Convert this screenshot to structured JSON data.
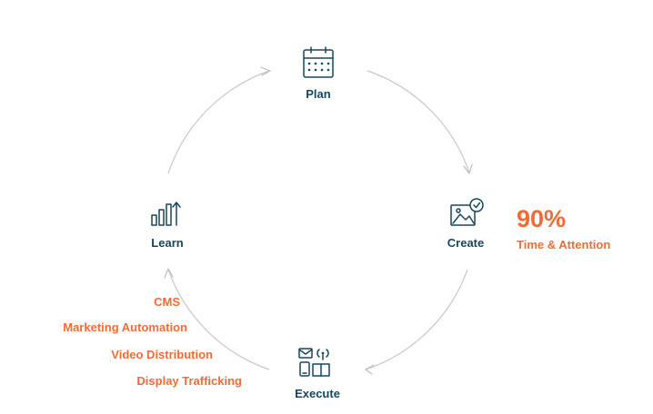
{
  "cycle": {
    "nodes": {
      "plan": {
        "label": "Plan",
        "icon": "calendar-icon"
      },
      "create": {
        "label": "Create",
        "icon": "image-check-icon"
      },
      "execute": {
        "label": "Execute",
        "icon": "channels-icon"
      },
      "learn": {
        "label": "Learn",
        "icon": "bar-chart-icon"
      }
    },
    "connector_color": "#c8c8c8"
  },
  "create_stat": {
    "value": "90%",
    "label": "Time & Attention"
  },
  "execute_tools": [
    "CMS",
    "Marketing Automation",
    "Video Distribution",
    "Display Trafficking"
  ],
  "colors": {
    "node_text": "#16475c",
    "accent": "#f26b35"
  }
}
